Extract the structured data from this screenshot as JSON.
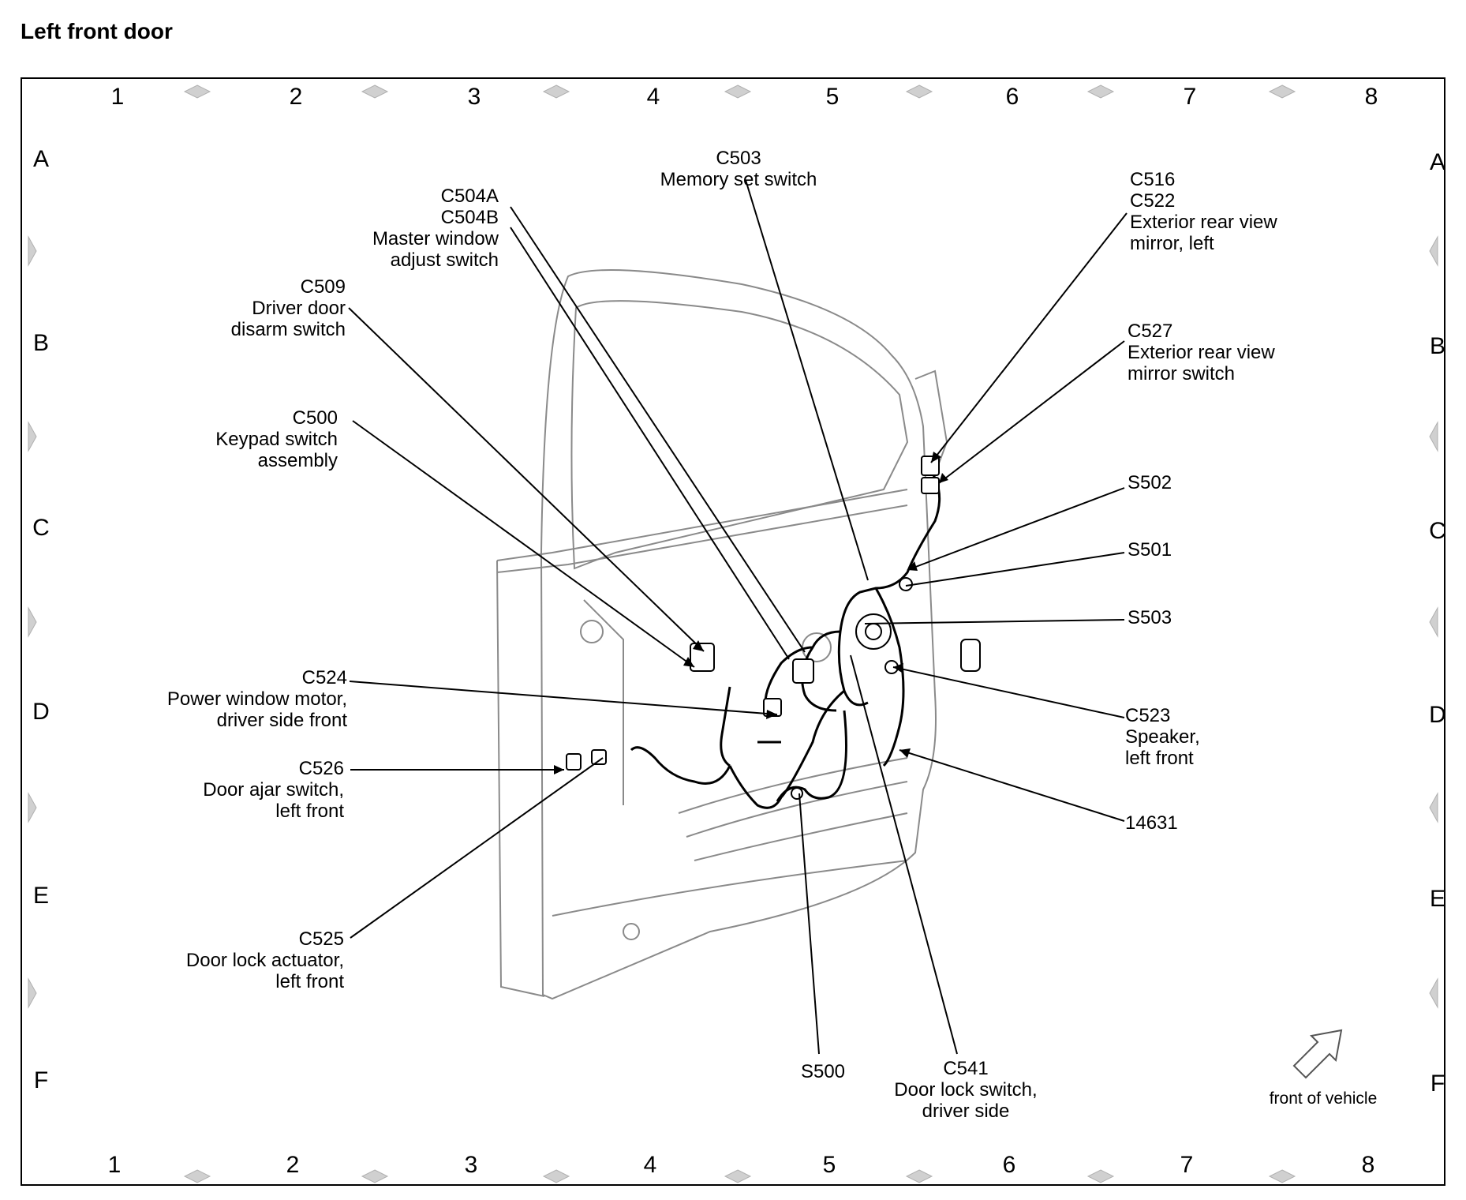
{
  "title": "Left front door",
  "grid": {
    "columns": [
      "1",
      "2",
      "3",
      "4",
      "5",
      "6",
      "7",
      "8"
    ],
    "rows": [
      "A",
      "B",
      "C",
      "D",
      "E",
      "F"
    ]
  },
  "callouts": [
    {
      "id": "c503",
      "lines": [
        "C503",
        "Memory set switch"
      ]
    },
    {
      "id": "c504",
      "lines": [
        "C504A",
        "C504B",
        "Master window",
        "adjust switch"
      ]
    },
    {
      "id": "c509",
      "lines": [
        "C509",
        "Driver door",
        "disarm switch"
      ]
    },
    {
      "id": "c500",
      "lines": [
        "C500",
        "Keypad switch",
        "assembly"
      ]
    },
    {
      "id": "c524",
      "lines": [
        "C524",
        "Power window motor,",
        "driver side front"
      ]
    },
    {
      "id": "c526",
      "lines": [
        "C526",
        "Door ajar switch,",
        "left front"
      ]
    },
    {
      "id": "c525",
      "lines": [
        "C525",
        "Door lock actuator,",
        "left front"
      ]
    },
    {
      "id": "c516",
      "lines": [
        "C516",
        "C522",
        "Exterior rear view",
        "mirror, left"
      ]
    },
    {
      "id": "c527",
      "lines": [
        "C527",
        "Exterior rear view",
        "mirror switch"
      ]
    },
    {
      "id": "s502",
      "lines": [
        "S502"
      ]
    },
    {
      "id": "s501",
      "lines": [
        "S501"
      ]
    },
    {
      "id": "s503",
      "lines": [
        "S503"
      ]
    },
    {
      "id": "c523",
      "lines": [
        "C523",
        "Speaker,",
        "left front"
      ]
    },
    {
      "id": "w14631",
      "lines": [
        "14631"
      ]
    },
    {
      "id": "s500",
      "lines": [
        "S500"
      ]
    },
    {
      "id": "c541",
      "lines": [
        "C541",
        "Door lock switch,",
        "driver side"
      ]
    }
  ],
  "orientation_label": "front of vehicle",
  "colors": {
    "line": "#000000",
    "drawing": "#8a8a8a",
    "marker": "#c8c8c8"
  }
}
